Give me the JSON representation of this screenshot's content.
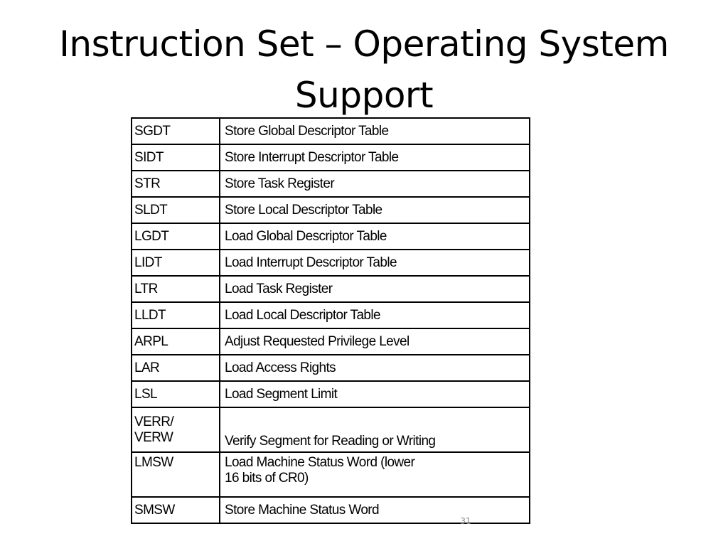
{
  "slide": {
    "title_line1": "Instruction Set – Operating System",
    "title_line2": "Support",
    "page_number": "31"
  },
  "table": {
    "rows": [
      {
        "mnemonic": "SGDT",
        "description": "Store Global Descriptor Table"
      },
      {
        "mnemonic": "SIDT",
        "description": "Store Interrupt Descriptor Table"
      },
      {
        "mnemonic": "STR",
        "description": "Store Task Register"
      },
      {
        "mnemonic": "SLDT",
        "description": "Store Local Descriptor Table"
      },
      {
        "mnemonic": "LGDT",
        "description": "Load Global Descriptor Table"
      },
      {
        "mnemonic": "LIDT",
        "description": "Load Interrupt Descriptor Table"
      },
      {
        "mnemonic": "LTR",
        "description": "Load Task Register"
      },
      {
        "mnemonic": "LLDT",
        "description": "Load Local Descriptor Table"
      },
      {
        "mnemonic": "ARPL",
        "description": "Adjust Requested Privilege Level"
      },
      {
        "mnemonic": "LAR",
        "description": "Load Access Rights"
      },
      {
        "mnemonic": "LSL",
        "description": "Load Segment Limit"
      },
      {
        "mnemonic": "VERR/ VERW",
        "mnemonic_line1": "VERR/",
        "mnemonic_line2": "VERW",
        "description": "Verify Segment for Reading or Writing"
      },
      {
        "mnemonic": "LMSW",
        "description": "Load Machine Status Word (lower 16 bits of CR0)",
        "description_line1": "Load Machine Status Word (lower",
        "description_line2": "16 bits of CR0)"
      },
      {
        "mnemonic": "SMSW",
        "description": "Store Machine Status Word"
      }
    ]
  }
}
